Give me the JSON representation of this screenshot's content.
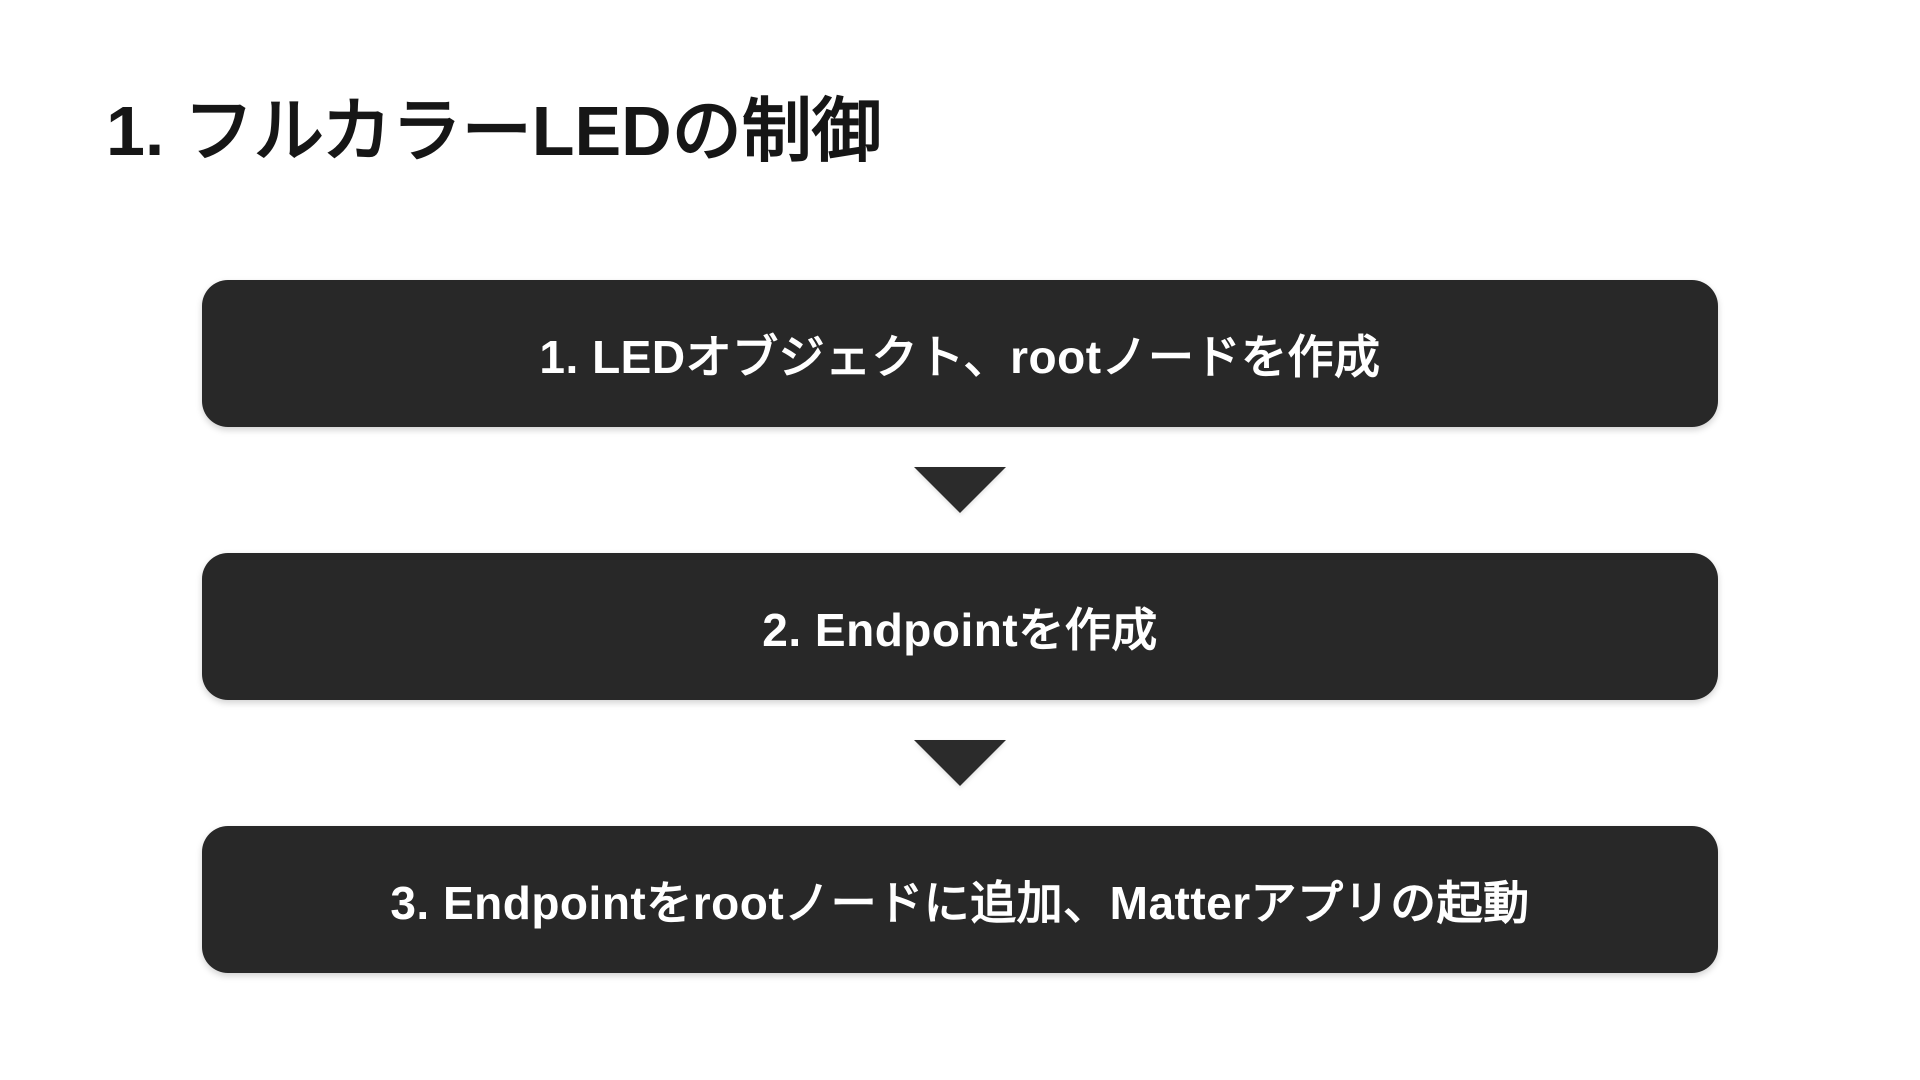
{
  "slide": {
    "title": "1. フルカラーLEDの制御"
  },
  "flow": {
    "steps": [
      "1. LEDオブジェクト、rootノードを作成",
      "2. Endpointを作成",
      "3. Endpointをrootノードに追加、Matterアプリの起動"
    ],
    "connector_icon": "down-triangle-icon",
    "colors": {
      "page_background": "#ffffff",
      "title_text": "#161616",
      "box_background": "#282828",
      "box_text": "#ffffff",
      "arrow": "#2b2b2b"
    }
  }
}
